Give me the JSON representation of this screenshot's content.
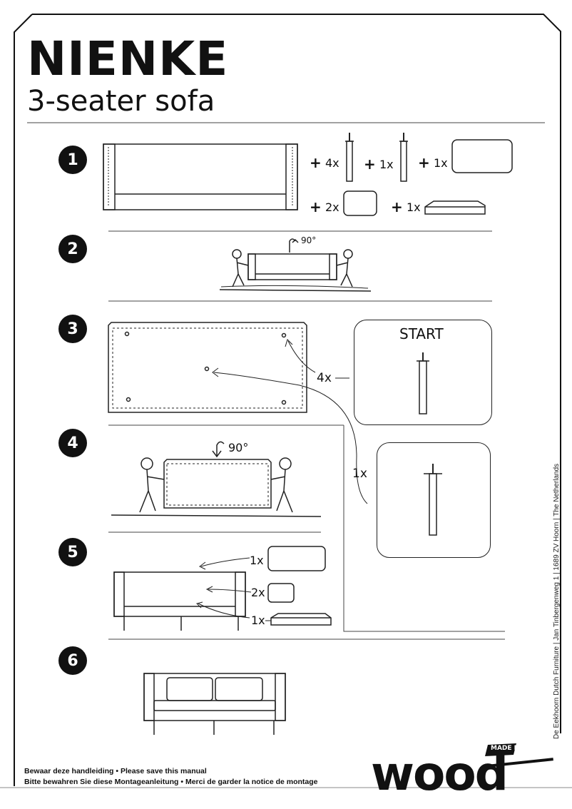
{
  "header": {
    "title": "NIENKE",
    "subtitle": "3-seater sofa"
  },
  "steps": [
    "1",
    "2",
    "3",
    "4",
    "5",
    "6"
  ],
  "step1": {
    "q_legs": "4x",
    "q_center_leg": "1x",
    "q_back_cushion": "1x",
    "q_pillow": "2x",
    "q_seat_cushion": "1x"
  },
  "step2": {
    "angle": "90°"
  },
  "step3": {
    "qty": "4x",
    "start_label": "START"
  },
  "step4": {
    "angle": "90°",
    "qty": "1x"
  },
  "step5": {
    "q_back": "1x",
    "q_pillows": "2x",
    "q_seat": "1x"
  },
  "footer": {
    "line1": "Bewaar deze handleiding • Please save this manual",
    "line2": "Bitte bewahren Sie diese Montageanleitung • Merci de garder la notice de montage"
  },
  "side_text": "De Eekhoorn Dutch Furniture  |  Jan Tinbergenweg 1  |  1689 ZV  Hoorn  |  The Netherlands",
  "logo": {
    "tag": "MADE BY",
    "word": "wood"
  }
}
